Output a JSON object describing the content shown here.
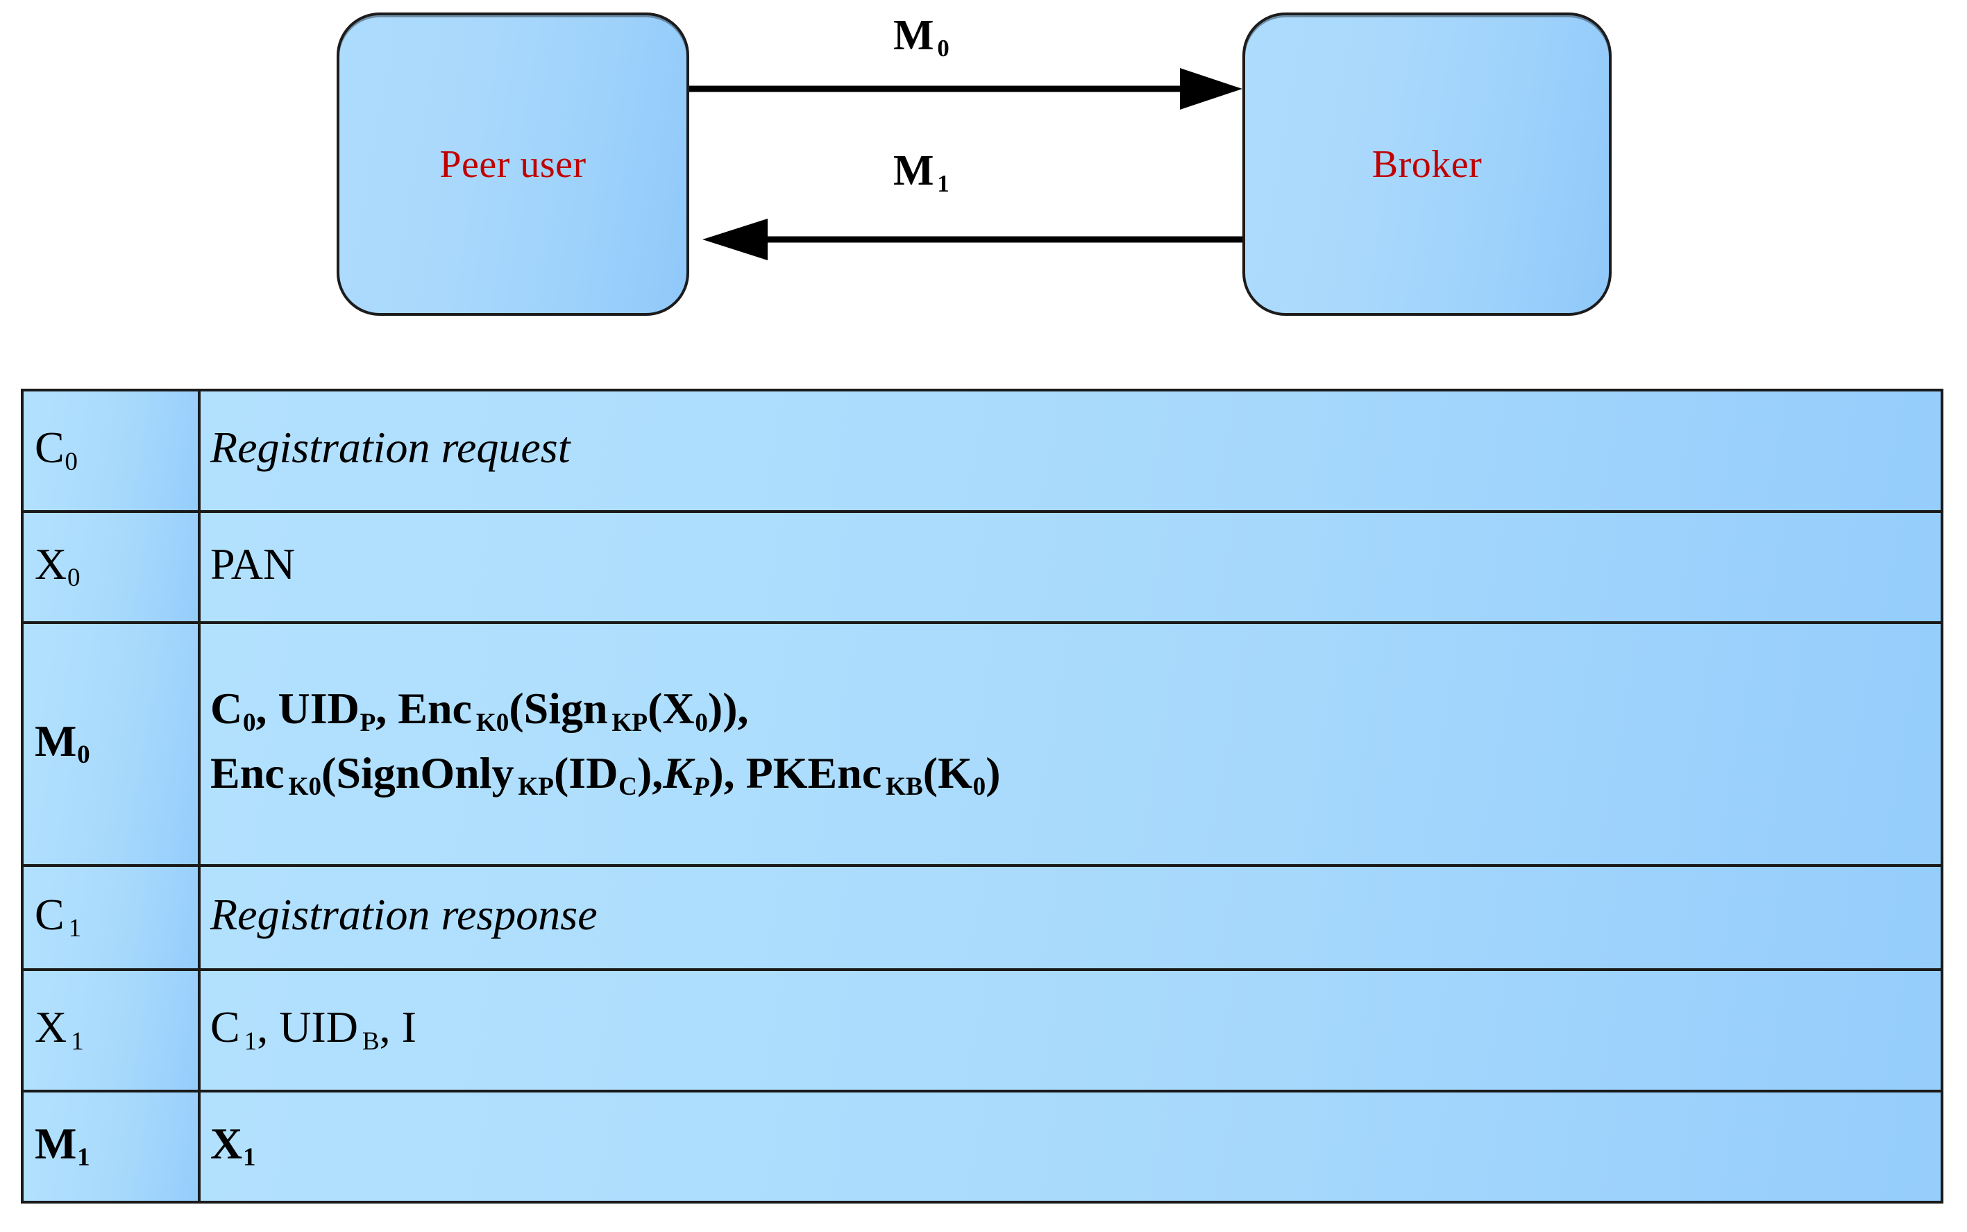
{
  "diagram": {
    "actors": [
      {
        "id": "peer-user",
        "label": "Peer user"
      },
      {
        "id": "broker",
        "label": "Broker"
      }
    ],
    "messages": [
      {
        "id": "m0",
        "base": "M",
        "sub": "0",
        "direction": "peer-user-to-broker"
      },
      {
        "id": "m1",
        "base": "M",
        "sub": "1",
        "direction": "broker-to-peer-user"
      }
    ],
    "colors": {
      "box_fill_light": "#b2e1fe",
      "box_fill_dark": "#8fc8fa",
      "box_border": "#1c1c1c",
      "actor_label": "#c00000",
      "arrow": "#000000",
      "table_fill": "#ace0fd",
      "table_border": "#1a1a1a",
      "text": "#000000"
    }
  },
  "table": {
    "rows": [
      {
        "key": {
          "base": "C",
          "sub": "0"
        },
        "key_style": "regular",
        "value_style": "italic",
        "value_plain": "Registration  request"
      },
      {
        "key": {
          "base": "X",
          "sub": "0"
        },
        "key_style": "regular",
        "value_style": "regular",
        "value_plain": "PAN"
      },
      {
        "key": {
          "base": "M",
          "sub": "0"
        },
        "key_style": "bold",
        "value_style": "bold",
        "value_plain": "C0, UIDP, EncK0(SignKP(X0)), EncK0(SignOnlyKP(IDC),KP), PKEncKB(K0)",
        "value_lines": [
          "C0, UIDP, EncK0(SignKP(X0)),",
          "EncK0(SignOnlyKP(IDC),KP), PKEncKB(K0)"
        ]
      },
      {
        "key": {
          "base": "C",
          "sub": "1"
        },
        "key_style": "regular",
        "value_style": "italic",
        "value_plain": "Registration response"
      },
      {
        "key": {
          "base": "X",
          "sub": "1"
        },
        "key_style": "regular",
        "value_style": "regular",
        "value_plain": "C1, UIDB, I"
      },
      {
        "key": {
          "base": "M",
          "sub": "1"
        },
        "key_style": "bold",
        "value_style": "bold",
        "value_plain": "X1"
      }
    ]
  }
}
